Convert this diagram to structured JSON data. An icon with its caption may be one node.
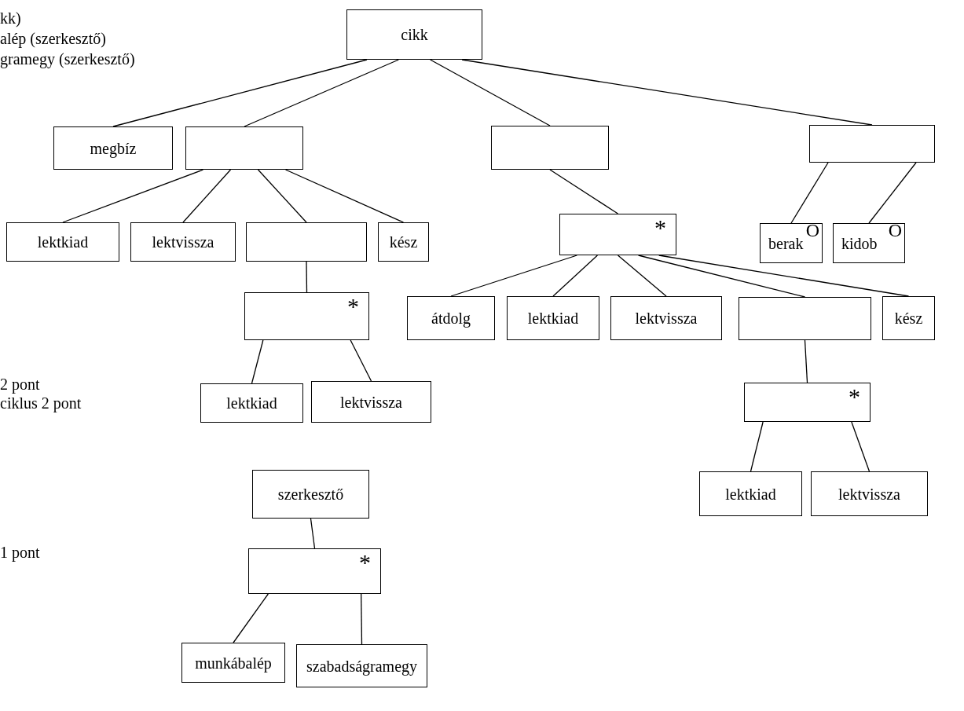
{
  "diagram": {
    "nodes": [
      {
        "text": [
          "cikk"
        ]
      },
      {
        "text": [
          "megbíz"
        ]
      },
      {
        "text": [],
        "shape": "box"
      },
      {
        "text": [],
        "shape": "box"
      },
      {
        "text": [],
        "shape": "box"
      },
      {
        "text": [
          "lektkiad"
        ]
      },
      {
        "text": [
          "lektvissza"
        ]
      },
      {
        "text": [],
        "shape": "box"
      },
      {
        "text": [
          "kész"
        ]
      },
      {
        "text": [
          "*"
        ]
      },
      {
        "text": [
          "berak",
          "O"
        ]
      },
      {
        "text": [
          "kidob",
          "O"
        ]
      },
      {
        "text": [
          "*"
        ]
      },
      {
        "text": [
          "átdolg"
        ]
      },
      {
        "text": [
          "lektkiad"
        ]
      },
      {
        "text": [
          "lektvissza"
        ]
      },
      {
        "text": [],
        "shape": "box"
      },
      {
        "text": [
          "kész"
        ]
      },
      {
        "text": [
          "lektkiad"
        ]
      },
      {
        "text": [
          "lektvissza"
        ]
      },
      {
        "text": [
          "*"
        ]
      },
      {
        "text": [
          "lektkiad"
        ]
      },
      {
        "text": [
          "lektvissza"
        ]
      },
      {
        "text": [
          "szerkesztő"
        ]
      },
      {
        "text": [
          "*"
        ]
      },
      {
        "text": [
          "munkábalép"
        ]
      },
      {
        "text": [
          "szabadságramegy"
        ]
      }
    ],
    "edges": [
      {
        "from": 0,
        "to": 1,
        "arrow": "none"
      },
      {
        "from": 0,
        "to": 2,
        "arrow": "none"
      },
      {
        "from": 0,
        "to": 3,
        "arrow": "none"
      },
      {
        "from": 0,
        "to": 4,
        "arrow": "none"
      },
      {
        "from": 2,
        "to": 5,
        "arrow": "none"
      },
      {
        "from": 2,
        "to": 6,
        "arrow": "none"
      },
      {
        "from": 2,
        "to": 7,
        "arrow": "none"
      },
      {
        "from": 2,
        "to": 8,
        "arrow": "none"
      },
      {
        "from": 7,
        "to": 12,
        "arrow": "none"
      },
      {
        "from": 12,
        "to": 18,
        "arrow": "none"
      },
      {
        "from": 12,
        "to": 19,
        "arrow": "none"
      },
      {
        "from": 3,
        "to": 9,
        "arrow": "none"
      },
      {
        "from": 9,
        "to": 13,
        "arrow": "none"
      },
      {
        "from": 9,
        "to": 14,
        "arrow": "none"
      },
      {
        "from": 9,
        "to": 15,
        "arrow": "none"
      },
      {
        "from": 9,
        "to": 16,
        "arrow": "none"
      },
      {
        "from": 9,
        "to": 17,
        "arrow": "none"
      },
      {
        "from": 16,
        "to": 20,
        "arrow": "none"
      },
      {
        "from": 20,
        "to": 21,
        "arrow": "none"
      },
      {
        "from": 20,
        "to": 22,
        "arrow": "none"
      },
      {
        "from": 4,
        "to": 10,
        "arrow": "none"
      },
      {
        "from": 4,
        "to": 11,
        "arrow": "none"
      },
      {
        "from": 23,
        "to": 24,
        "arrow": "none"
      },
      {
        "from": 24,
        "to": 25,
        "arrow": "none"
      },
      {
        "from": 24,
        "to": 26,
        "arrow": "none"
      }
    ],
    "labels": [
      "kk)",
      "alép (szerkesztő)",
      "gramegy (szerkesztő)",
      "2 pont",
      "ciklus 2 pont",
      "1 pont"
    ]
  }
}
